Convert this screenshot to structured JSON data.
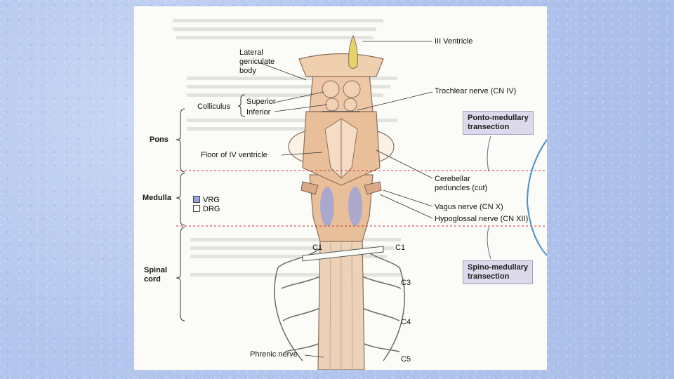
{
  "labels": {
    "iii_ventricle": "III Ventricle",
    "lateral_geniculate_body": [
      "Lateral",
      "geniculate",
      "body"
    ],
    "colliculus": "Colliculus",
    "superior": "Superior",
    "inferior": "Inferior",
    "trochlear_nerve": "Trochlear nerve (CN IV)",
    "pons": "Pons",
    "floor_iv_ventricle": "Floor of IV ventricle",
    "cerebellar_peduncles": [
      "Cerebellar",
      "peduncles (cut)"
    ],
    "medulla": "Medulla",
    "vagus_nerve": "Vagus nerve (CN X)",
    "hypoglossal_nerve": "Hypoglossal nerve (CN XII)",
    "c1_left": "C1",
    "c1_right": "C1",
    "c3": "C3",
    "c4": "C4",
    "c5": "C5",
    "spinal_cord": [
      "Spinal",
      "cord"
    ],
    "phrenic_nerve": "Phrenic nerve"
  },
  "legend": [
    {
      "label": "VRG",
      "color": "#9aa3d9"
    },
    {
      "label": "DRG",
      "color": "#ffffff"
    }
  ],
  "transections": {
    "ponto_medullary": [
      "Ponto-medullary",
      "transection"
    ],
    "spino_medullary": [
      "Spino-medullary",
      "transection"
    ]
  },
  "colors": {
    "tissue": "#e9bf9a",
    "tissue_light": "#f6dcc3",
    "dashed_line": "#c0303c",
    "vrg": "#9aa3d9",
    "ventricle": "#e6d36a"
  }
}
